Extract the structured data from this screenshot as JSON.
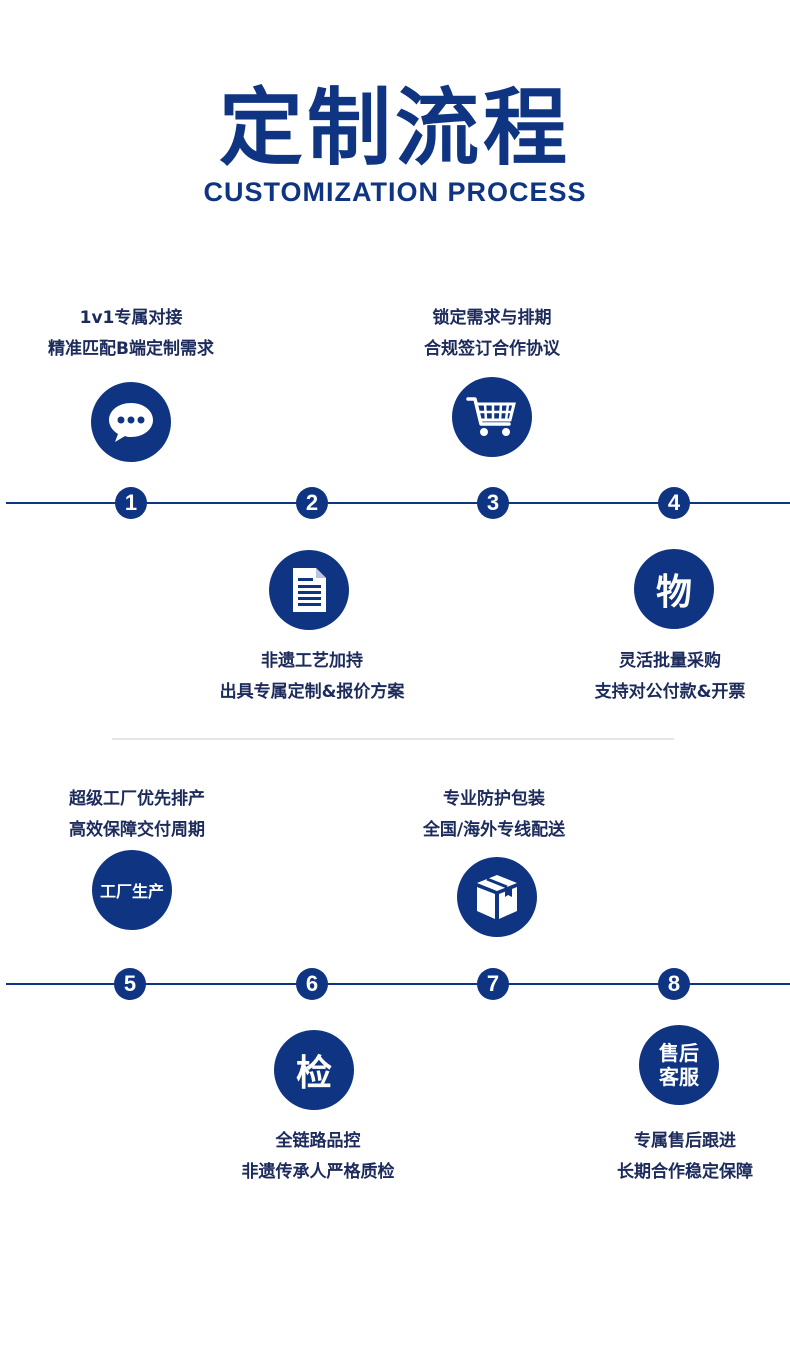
{
  "header": {
    "title": "定制流程",
    "subtitle": "CUSTOMIZATION PROCESS"
  },
  "colors": {
    "primary": "#0e3482",
    "text": "#1c2b5c",
    "divider": "#e4e6ec"
  },
  "steps": [
    {
      "number": "1",
      "line1": "1v1专属对接",
      "line2": "精准匹配B端定制需求",
      "icon": "chat-bubble-icon"
    },
    {
      "number": "2",
      "line1": "非遗工艺加持",
      "line2": "出具专属定制&报价方案",
      "icon": "document-icon"
    },
    {
      "number": "3",
      "line1": "锁定需求与排期",
      "line2": "合规签订合作协议",
      "icon": "shopping-cart-icon"
    },
    {
      "number": "4",
      "line1": "灵活批量采购",
      "line2": "支持对公付款&开票",
      "icon_text": "物"
    },
    {
      "number": "5",
      "line1": "超级工厂优先排产",
      "line2": "高效保障交付周期",
      "icon_text": "工厂生产"
    },
    {
      "number": "6",
      "line1": "全链路品控",
      "line2": "非遗传承人严格质检",
      "icon_text": "检"
    },
    {
      "number": "7",
      "line1": "专业防护包装",
      "line2": "全国/海外专线配送",
      "icon": "package-box-icon"
    },
    {
      "number": "8",
      "line1": "专属售后跟进",
      "line2": "长期合作稳定保障",
      "icon_text_1": "售后",
      "icon_text_2": "客服"
    }
  ]
}
